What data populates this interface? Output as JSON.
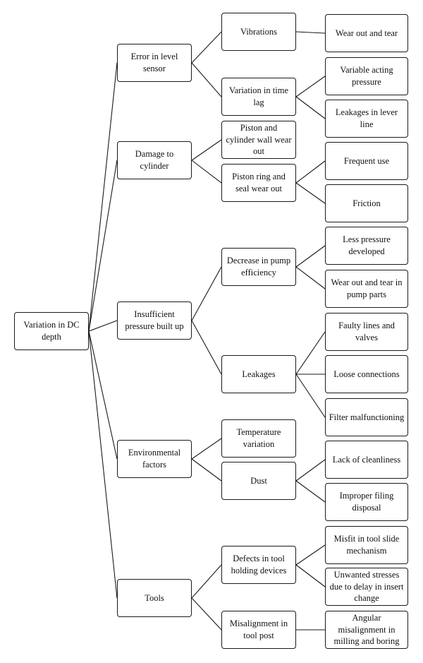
{
  "diagram": {
    "root": "Variation in DC depth",
    "causes": [
      {
        "label": "Error in level sensor",
        "children": [
          {
            "label": "Vibrations",
            "children": [
              "Wear out and tear"
            ]
          },
          {
            "label": "Variation in time lag",
            "children": [
              "Variable acting pressure",
              "Leakages in lever line"
            ]
          }
        ]
      },
      {
        "label": "Damage to cylinder",
        "children": [
          {
            "label": "Piston and cylinder wall wear out",
            "children": []
          },
          {
            "label": "Piston ring and seal wear out",
            "children": [
              "Frequent use",
              "Friction"
            ]
          }
        ]
      },
      {
        "label": "Insufficient pressure built up",
        "children": [
          {
            "label": "Decrease in pump efficiency",
            "children": [
              "Less pressure developed",
              "Wear out and tear in pump parts"
            ]
          },
          {
            "label": "Leakages",
            "children": [
              "Faulty lines and valves",
              "Loose connections",
              "Filter malfunctioning"
            ]
          }
        ]
      },
      {
        "label": "Environmental factors",
        "children": [
          {
            "label": "Temperature variation",
            "children": []
          },
          {
            "label": "Dust",
            "children": [
              "Lack of cleanliness",
              "Improper filing disposal"
            ]
          }
        ]
      },
      {
        "label": "Tools",
        "children": [
          {
            "label": "Defects in tool holding devices",
            "children": [
              "Misfit in tool slide mechanism",
              "Unwanted stresses due to delay in insert change"
            ]
          },
          {
            "label": "Misalignment in tool post",
            "children": [
              "Angular misalignment in milling and boring"
            ]
          }
        ]
      }
    ]
  }
}
